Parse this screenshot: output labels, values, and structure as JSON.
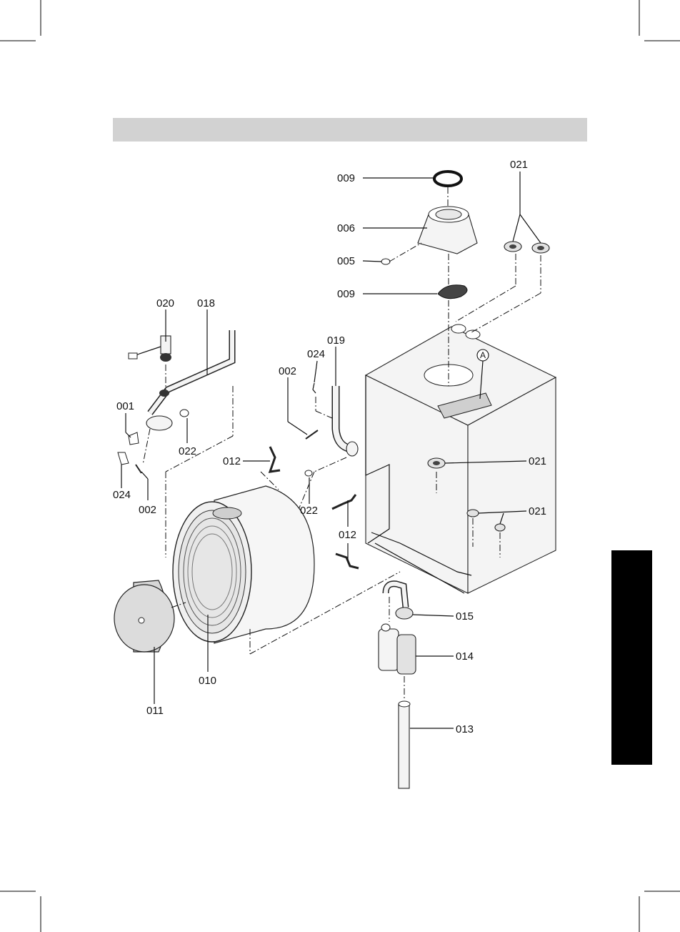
{
  "labels": {
    "p009_top": "009",
    "p006": "006",
    "p005": "005",
    "p009_bottom": "009",
    "p021_top": "021",
    "p020": "020",
    "p018": "018",
    "p019": "019",
    "p024_mid": "024",
    "p002_mid": "002",
    "p001": "001",
    "p022_left": "022",
    "p012_top": "012",
    "p024_left": "024",
    "p002_left": "002",
    "p022_mid": "022",
    "p012_bottom": "012",
    "p021_mid": "021",
    "p021_lower": "021",
    "p015": "015",
    "p014": "014",
    "p013": "013",
    "p010": "010",
    "p011": "011",
    "marker_a": "A"
  }
}
